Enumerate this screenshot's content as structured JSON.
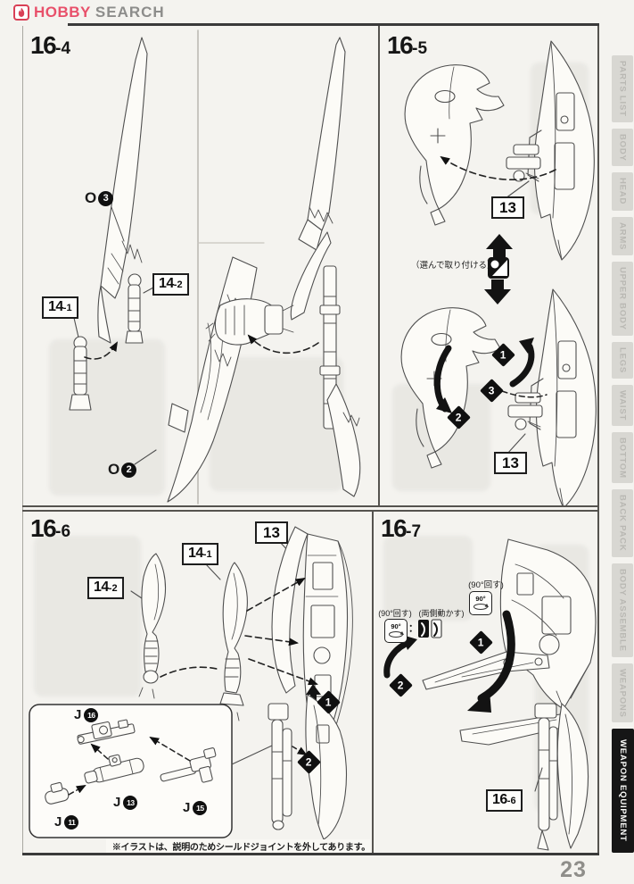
{
  "header": {
    "logo_primary": "HOBBY",
    "logo_secondary": "SEARCH",
    "logo_icon": "flame-icon",
    "accent_color": "#e8506a"
  },
  "page_number": "23",
  "sidebar": {
    "items": [
      {
        "label": "PARTS LIST",
        "active": false
      },
      {
        "label": "BODY",
        "active": false
      },
      {
        "label": "HEAD",
        "active": false
      },
      {
        "label": "ARMS",
        "active": false
      },
      {
        "label": "UPPER BODY",
        "active": false
      },
      {
        "label": "LEGS",
        "active": false
      },
      {
        "label": "WAIST",
        "active": false
      },
      {
        "label": "BOTTOM",
        "active": false
      },
      {
        "label": "BACK PACK",
        "active": false
      },
      {
        "label": "BODY ASSEMBLE",
        "active": false
      },
      {
        "label": "WEAPONS",
        "active": false
      },
      {
        "label": "WEAPON EQUIPMENT",
        "active": true
      }
    ]
  },
  "s164": {
    "title": {
      "main": "16",
      "sub": "-4"
    },
    "part_top": {
      "letter": "O",
      "num": "3"
    },
    "part_bottom": {
      "letter": "O",
      "num": "2"
    },
    "c14_1": {
      "main": "14",
      "sub": "-1"
    },
    "c14_2": {
      "main": "14",
      "sub": "-2"
    }
  },
  "s165": {
    "title": {
      "main": "16",
      "sub": "-5"
    },
    "c13a": "13",
    "c13b": "13",
    "select_note": "（選んで取り付ける）",
    "select_icon": "select-attach-icon",
    "b1": "1",
    "b2": "2",
    "b3": "3"
  },
  "s166": {
    "title": {
      "main": "16",
      "sub": "-6"
    },
    "c14_2": {
      "main": "14",
      "sub": "-2"
    },
    "c14_1": {
      "main": "14",
      "sub": "-1"
    },
    "c13": "13",
    "b1": "1",
    "b2": "2",
    "jparts": [
      {
        "letter": "J",
        "num": "16"
      },
      {
        "letter": "J",
        "num": "13"
      },
      {
        "letter": "J",
        "num": "11"
      },
      {
        "letter": "J",
        "num": "15"
      }
    ],
    "footnote": "※イラストは、説明のためシールドジョイントを外してあります。"
  },
  "s167": {
    "title": {
      "main": "16",
      "sub": "-7"
    },
    "rotate_note_top": "(90°回す)",
    "rotate_note_left": "(90°回す)",
    "both_note": "(両側動かす)",
    "deg": "90°",
    "colon": "：",
    "rotate_icon": "rotate-90-icon",
    "both_icon": "move-both-sides-icon",
    "b1": "1",
    "b2": "2",
    "c16_6": {
      "main": "16",
      "sub": "-6"
    }
  }
}
